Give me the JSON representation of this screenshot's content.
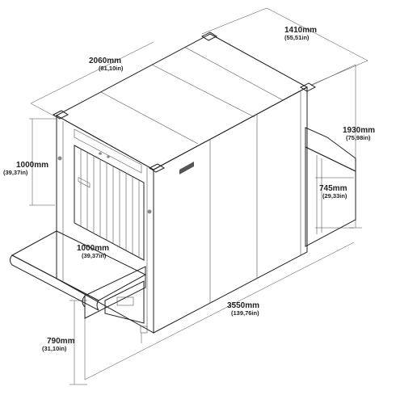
{
  "dimensions": {
    "width_top": {
      "mm": "1410mm",
      "inch": "(55,51in)"
    },
    "length_top": {
      "mm": "2060mm",
      "inch": "(81,10in)"
    },
    "height_total": {
      "mm": "1930mm",
      "inch": "(75,98in)"
    },
    "tunnel_height": {
      "mm": "1000mm",
      "inch": "(39,37in)"
    },
    "tunnel_width": {
      "mm": "1000mm",
      "inch": "(39,37in)"
    },
    "conveyor_height_side": {
      "mm": "745mm",
      "inch": "(29,33in)"
    },
    "length_total": {
      "mm": "3550mm",
      "inch": "(139,76in)"
    },
    "conveyor_height_front": {
      "mm": "790mm",
      "inch": "(31,10in)"
    }
  },
  "colors": {
    "line": "#222222",
    "panel": "#f7f7f7",
    "shade": "#e6e6e6"
  }
}
